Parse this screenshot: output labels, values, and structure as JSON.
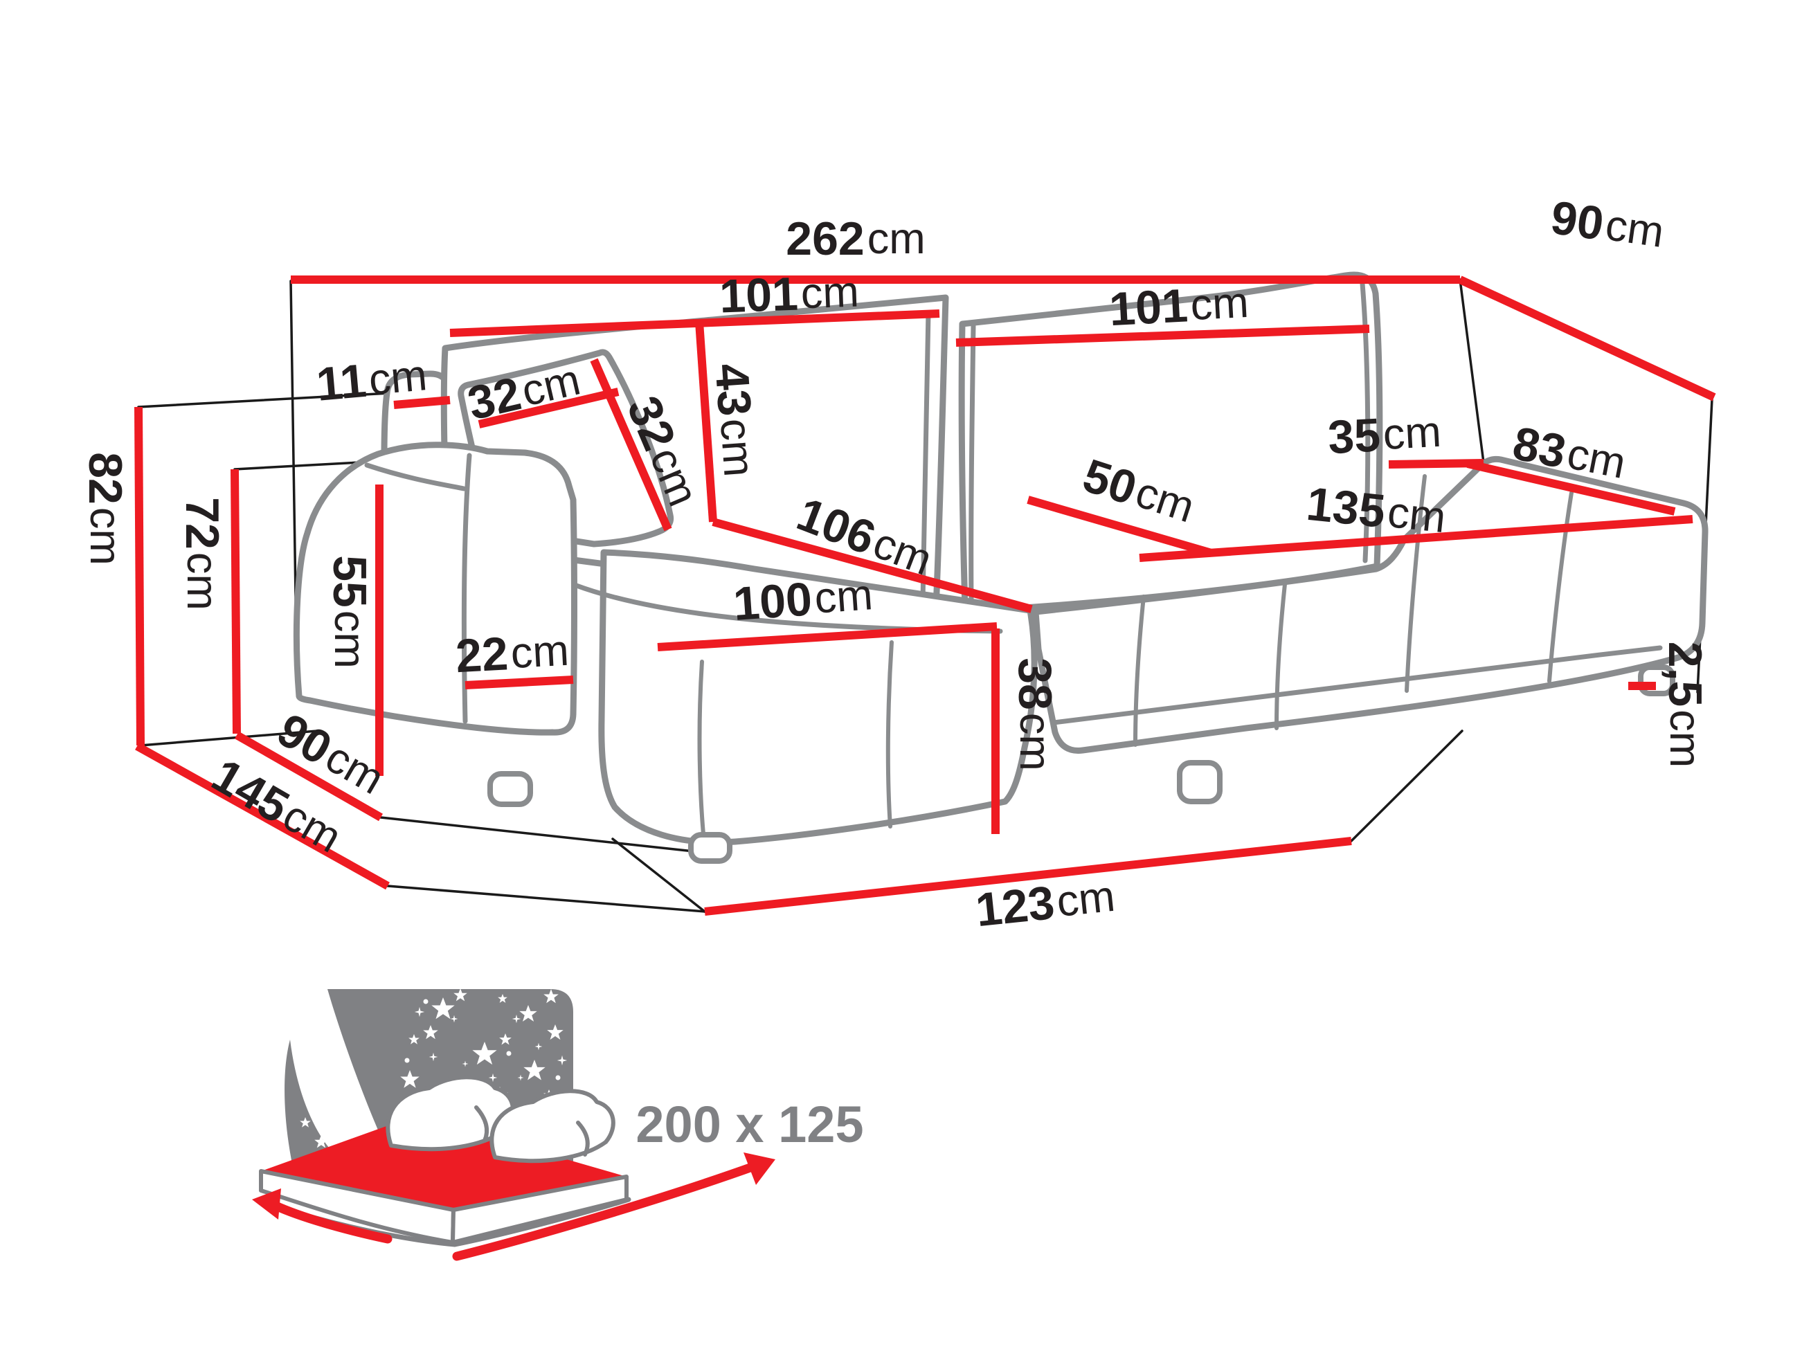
{
  "diagram": {
    "type": "furniture-dimension-diagram",
    "subject": "corner sofa bed with measurements",
    "unit": "cm"
  },
  "dimensions": {
    "width_total": {
      "value": "262",
      "unit": "cm"
    },
    "depth_right": {
      "value": "90",
      "unit": "cm"
    },
    "backrest_left_width": {
      "value": "101",
      "unit": "cm"
    },
    "backrest_right_width": {
      "value": "101",
      "unit": "cm"
    },
    "backrest_end_thickness": {
      "value": "11",
      "unit": "cm"
    },
    "pillow_width": {
      "value": "32",
      "unit": "cm"
    },
    "pillow_height": {
      "value": "32",
      "unit": "cm"
    },
    "backrest_height": {
      "value": "43",
      "unit": "cm"
    },
    "height_total": {
      "value": "82",
      "unit": "cm"
    },
    "height_seatback": {
      "value": "72",
      "unit": "cm"
    },
    "armrest_height": {
      "value": "55",
      "unit": "cm"
    },
    "armrest_front_width": {
      "value": "22",
      "unit": "cm"
    },
    "depth_left": {
      "value": "90",
      "unit": "cm"
    },
    "chaise_total_depth": {
      "value": "145",
      "unit": "cm"
    },
    "chaise_seat_depth": {
      "value": "106",
      "unit": "cm"
    },
    "chaise_seat_width": {
      "value": "100",
      "unit": "cm"
    },
    "corner_seat_depth": {
      "value": "50",
      "unit": "cm"
    },
    "corner_back_gap": {
      "value": "35",
      "unit": "cm"
    },
    "corner_seat_width": {
      "value": "83",
      "unit": "cm"
    },
    "right_seat_width": {
      "value": "135",
      "unit": "cm"
    },
    "seat_height": {
      "value": "38",
      "unit": "cm"
    },
    "leg_height": {
      "value": "2,5",
      "unit": "cm"
    },
    "chaise_floor_length": {
      "value": "123",
      "unit": "cm"
    }
  },
  "sleeping_area": {
    "label": "200 x 125"
  },
  "colors": {
    "dimension_red": "#ee1b22",
    "outline_gray": "#8a8c8e",
    "text_black": "#231f20",
    "icon_gray": "#808184",
    "bed_red": "#ed1c24"
  }
}
